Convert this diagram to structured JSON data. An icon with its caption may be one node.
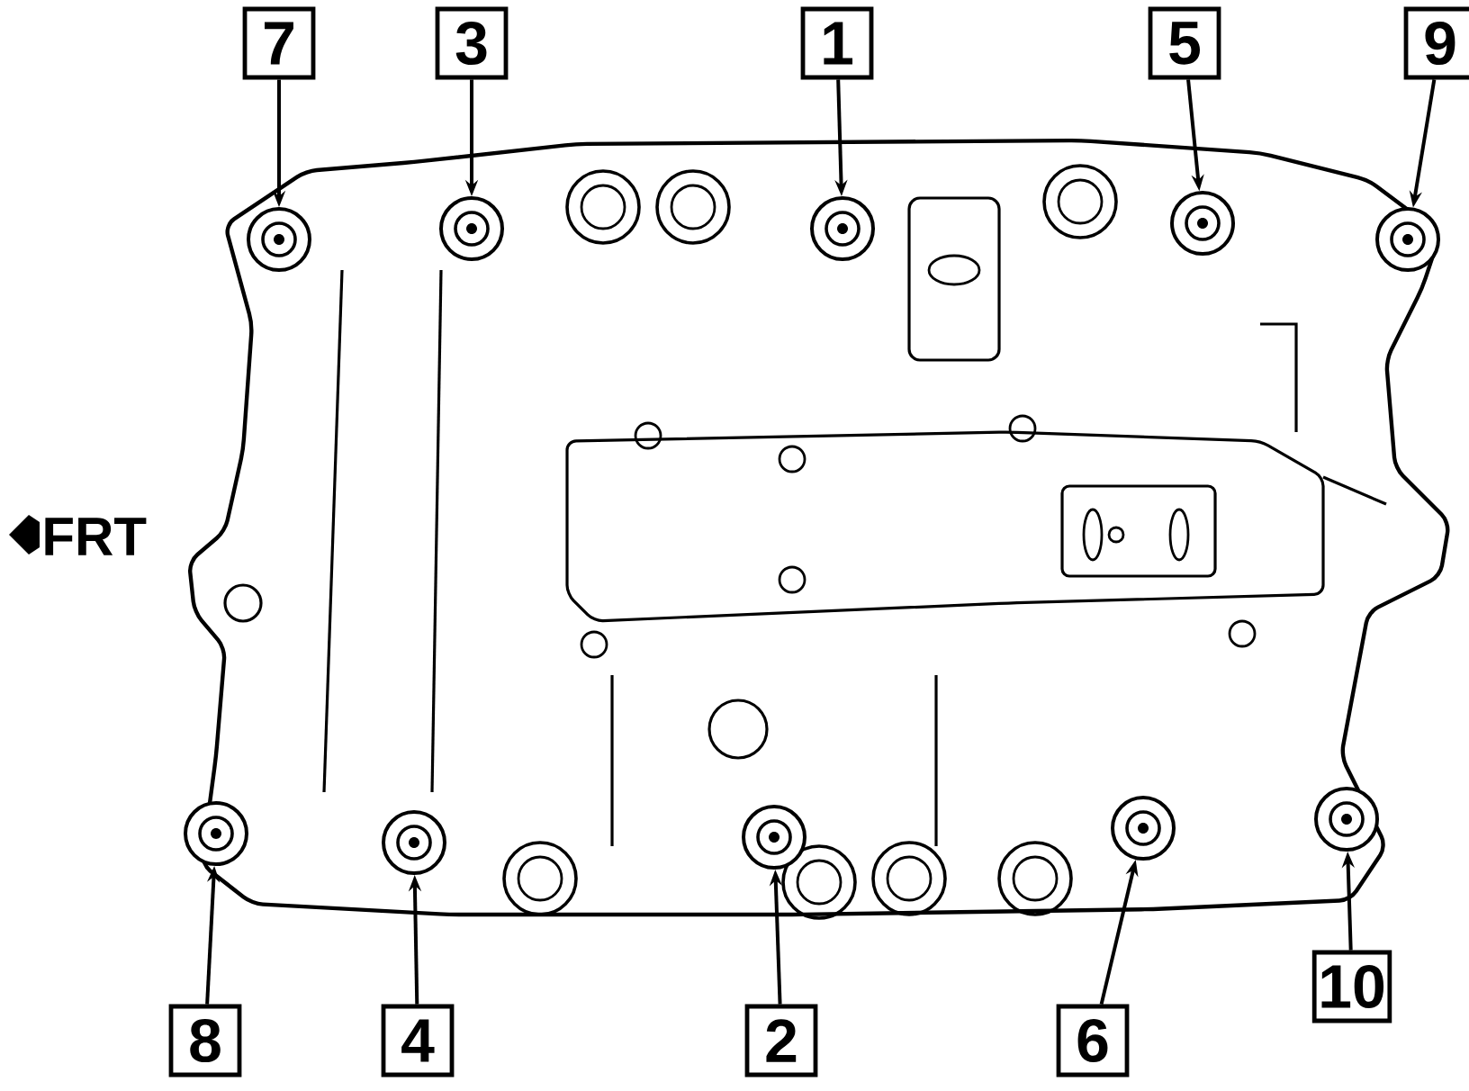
{
  "diagram": {
    "nodes": [
      {
        "text": [
          "7"
        ]
      },
      {
        "text": [
          "3"
        ]
      },
      {
        "text": [
          "1"
        ]
      },
      {
        "text": [
          "5"
        ]
      },
      {
        "text": [
          "9"
        ]
      },
      {
        "text": [
          "8"
        ]
      },
      {
        "text": [
          "4"
        ]
      },
      {
        "text": [
          "2"
        ]
      },
      {
        "text": [
          "6"
        ]
      },
      {
        "text": [
          "10"
        ]
      },
      {
        "text": [],
        "shape": "circle"
      },
      {
        "text": [],
        "shape": "circle"
      },
      {
        "text": [],
        "shape": "circle"
      },
      {
        "text": [],
        "shape": "circle"
      },
      {
        "text": [],
        "shape": "circle"
      },
      {
        "text": [],
        "shape": "circle"
      },
      {
        "text": [],
        "shape": "circle"
      },
      {
        "text": [],
        "shape": "circle"
      },
      {
        "text": [],
        "shape": "circle"
      },
      {
        "text": [],
        "shape": "circle"
      }
    ],
    "edges": [
      {
        "from": 0,
        "to": 10,
        "arrow": "to"
      },
      {
        "from": 1,
        "to": 11,
        "arrow": "to"
      },
      {
        "from": 2,
        "to": 12,
        "arrow": "to"
      },
      {
        "from": 3,
        "to": 13,
        "arrow": "to"
      },
      {
        "from": 4,
        "to": 14,
        "arrow": "to"
      },
      {
        "from": 5,
        "to": 15,
        "arrow": "to"
      },
      {
        "from": 6,
        "to": 16,
        "arrow": "to"
      },
      {
        "from": 7,
        "to": 17,
        "arrow": "to"
      },
      {
        "from": 8,
        "to": 18,
        "arrow": "to"
      },
      {
        "from": 9,
        "to": 19,
        "arrow": "to"
      }
    ],
    "labels": [
      "FRT"
    ]
  }
}
